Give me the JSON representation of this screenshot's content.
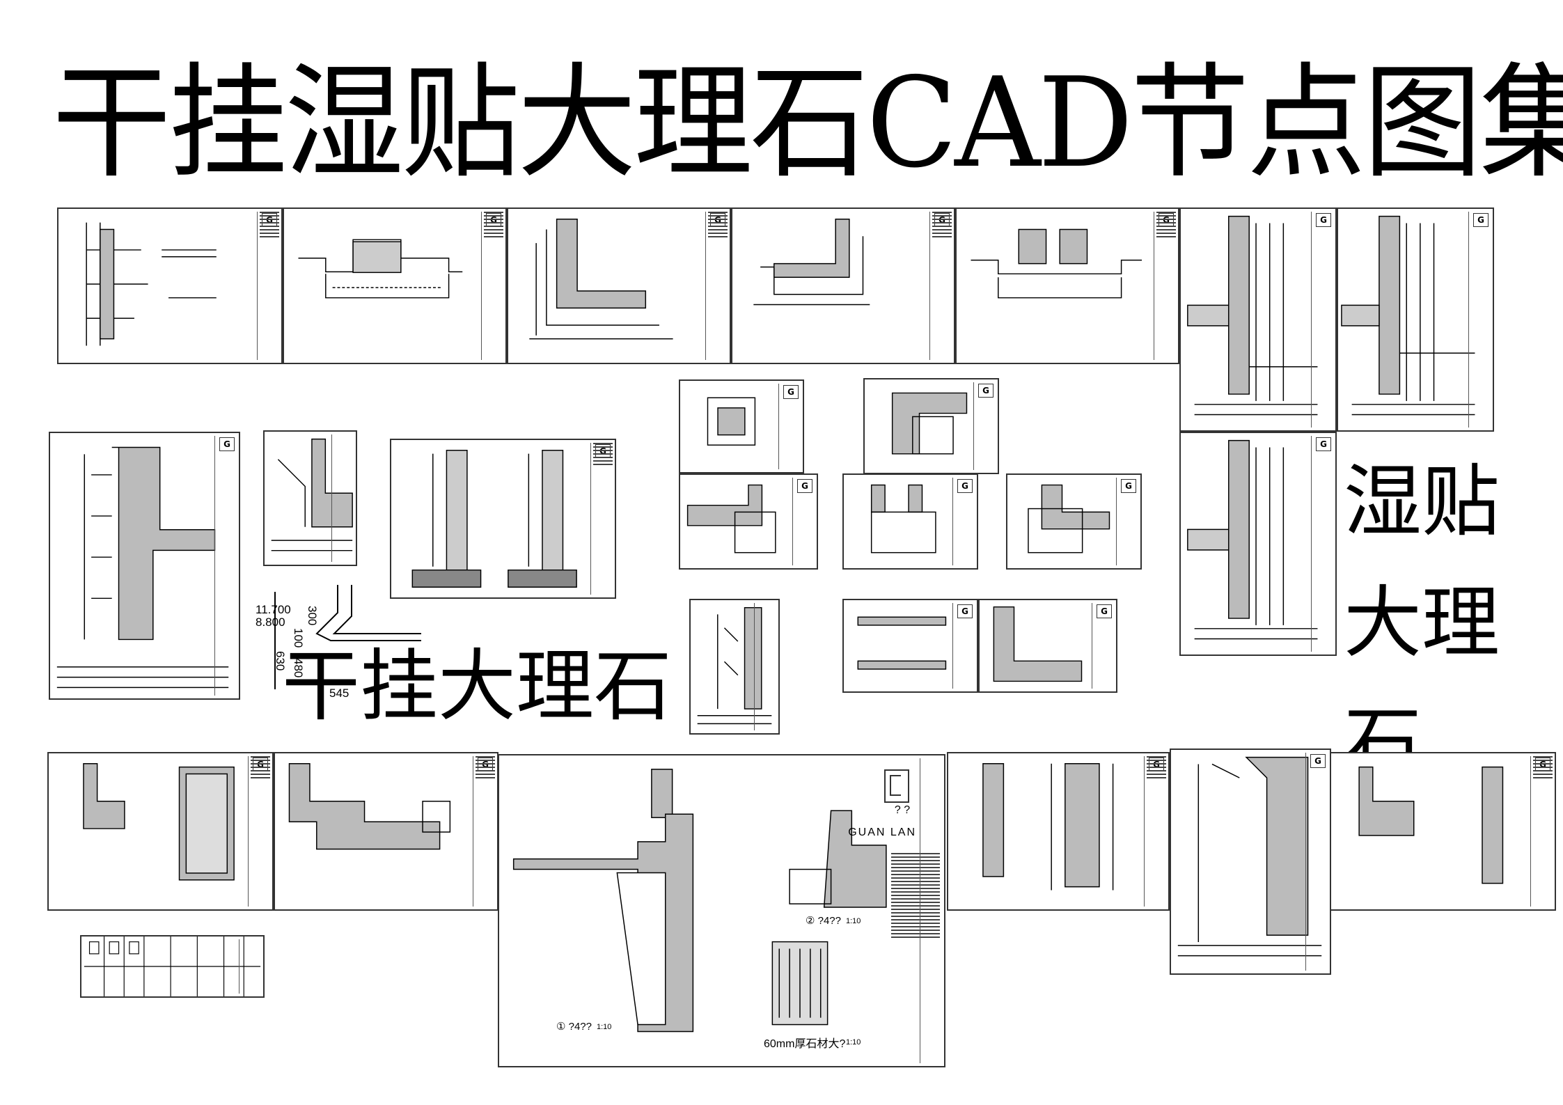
{
  "title": "干挂湿贴大理石CAD节点图集",
  "section_labels": {
    "dry_hang": "干挂大理石",
    "wet_paste": "湿贴大理石"
  },
  "logo": {
    "text": "GUAN LAN",
    "icon": "lg-logo-icon",
    "question_marks": "? ?"
  },
  "dimensions": {
    "elev_top": "11.700",
    "elev_second": "8.800",
    "dim_300": "300",
    "dim_100": "100",
    "dim_630": "630",
    "dim_480": "480",
    "dim_545": "545"
  },
  "detail_captions": {
    "detail_1": "① ?4??",
    "detail_1_scale": "1:10",
    "detail_2": "② ?4??",
    "detail_2_scale": "1:10",
    "stone_thickness": "60mm厚石材大?",
    "stone_thickness_scale": "1:10"
  },
  "colors": {
    "ink": "#000000",
    "hatch": "#333333",
    "paper": "#ffffff"
  }
}
